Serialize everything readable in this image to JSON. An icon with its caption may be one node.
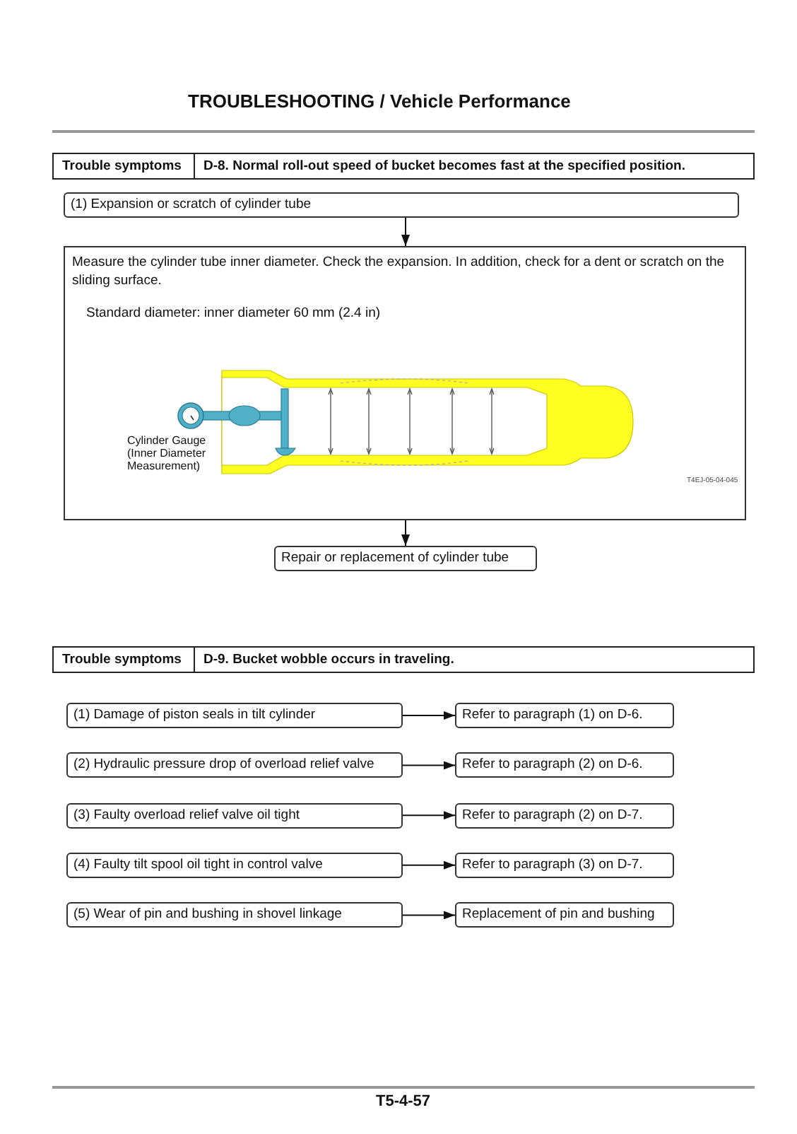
{
  "diagram": {
    "title": "TROUBLESHOOTING / Vehicle Performance",
    "nodes": [
      {
        "text": [
          "(1) Expansion or scratch of cylinder tube"
        ]
      },
      {
        "text": [
          "Measure the cylinder tube inner diameter. Check the expansion. In addition, check for a dent or scratch on the sliding surface.",
          "Standard diameter: inner diameter 60 mm (2.4 in)"
        ]
      },
      {
        "text": [
          "Repair or replacement of cylinder tube"
        ]
      },
      {
        "text": [
          "(1) Damage of piston seals in tilt cylinder"
        ]
      },
      {
        "text": [
          "Refer to paragraph (1) on D-6."
        ]
      },
      {
        "text": [
          "(2) Hydraulic pressure drop of overload relief valve"
        ]
      },
      {
        "text": [
          "Refer to paragraph (2) on D-6."
        ]
      },
      {
        "text": [
          "(3) Faulty overload relief valve oil tight"
        ]
      },
      {
        "text": [
          "Refer to paragraph (2) on D-7."
        ]
      },
      {
        "text": [
          "(4) Faulty tilt spool oil tight in control valve"
        ]
      },
      {
        "text": [
          "Refer to paragraph (3) on D-7."
        ]
      },
      {
        "text": [
          "(5) Wear of pin and bushing in shovel linkage"
        ]
      },
      {
        "text": [
          "Replacement of pin and bushing"
        ]
      }
    ],
    "edges": [
      {
        "from": 0,
        "to": 1,
        "arrow": "to"
      },
      {
        "from": 1,
        "to": 2,
        "arrow": "to"
      },
      {
        "from": 3,
        "to": 4,
        "arrow": "to"
      },
      {
        "from": 5,
        "to": 6,
        "arrow": "to"
      },
      {
        "from": 7,
        "to": 8,
        "arrow": "to"
      },
      {
        "from": 9,
        "to": 10,
        "arrow": "to"
      },
      {
        "from": 11,
        "to": 12,
        "arrow": "to"
      }
    ],
    "labels": [
      "Trouble symptoms",
      "D-8. Normal roll-out speed of bucket becomes fast at the specified position.",
      "Cylinder Gauge (Inner Diameter Measurement)",
      "T4EJ-05-04-045",
      "Trouble symptoms",
      "D-9. Bucket wobble occurs in traveling.",
      "T5-4-57"
    ]
  }
}
